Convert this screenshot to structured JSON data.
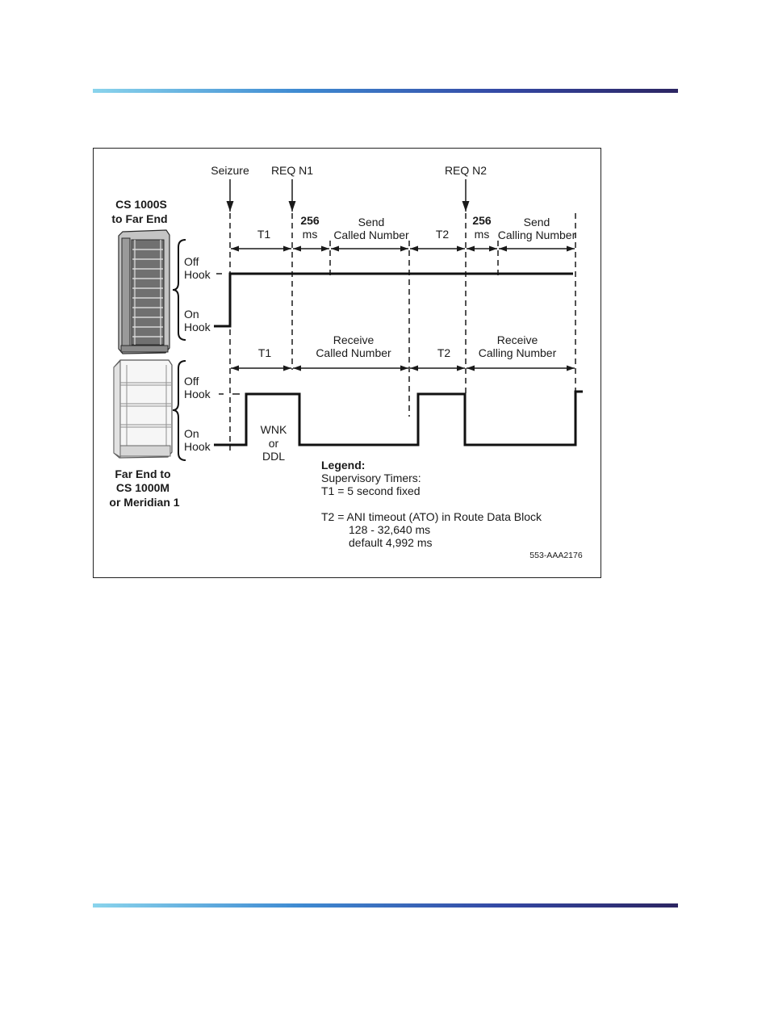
{
  "colors": {
    "bar_gradient": [
      "#8ad4ec",
      "#3f8bd2",
      "#3448a4",
      "#2c2562"
    ],
    "ink": "#1a1a1a"
  },
  "signals": {
    "seizure": "Seizure",
    "req_n1": "REQ N1",
    "req_n2": "REQ N2"
  },
  "top_device": [
    "CS 1000S",
    "to Far End"
  ],
  "bottom_device": [
    "Far End to",
    "CS 1000M",
    "or Meridian 1"
  ],
  "top_intervals": {
    "t1": "T1",
    "delay_1": [
      "256",
      "ms"
    ],
    "send_called": [
      "Send",
      "Called Number"
    ],
    "t2": "T2",
    "delay_2": [
      "256",
      "ms"
    ],
    "send_calling": [
      "Send",
      "Calling Number"
    ]
  },
  "top_states": {
    "off_hook": [
      "Off",
      "Hook"
    ],
    "on_hook": [
      "On",
      "Hook"
    ]
  },
  "bottom_intervals": {
    "t1": "T1",
    "receive_called": [
      "Receive",
      "Called Number"
    ],
    "t2": "T2",
    "receive_calling": [
      "Receive",
      "Calling Number"
    ]
  },
  "bottom_states": {
    "off_hook": [
      "Off",
      "Hook"
    ],
    "on_hook": [
      "On",
      "Hook"
    ]
  },
  "wink_pulse": [
    "WNK",
    "or",
    "DDL"
  ],
  "legend": {
    "title": "Legend:",
    "subtitle": "Supervisory Timers:",
    "t1": "T1 = 5 second fixed",
    "t2": "T2 = ANI timeout (ATO) in Route Data Block",
    "t2_range": "128 - 32,640 ms",
    "t2_default": "default 4,992 ms"
  },
  "figure_id": "553-AAA2176"
}
